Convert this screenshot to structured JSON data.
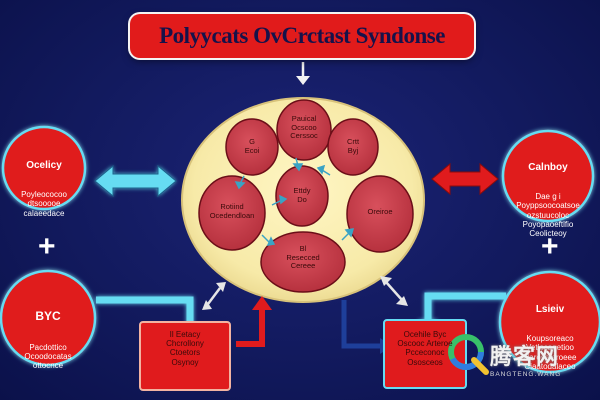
{
  "title": "Polyycats OvCrctast Syndonse",
  "center_cells": [
    {
      "id": "top",
      "text": "Pauical\nOcscoo\nCerssoc"
    },
    {
      "id": "upper-left",
      "text": "G\nEcoi"
    },
    {
      "id": "upper-right",
      "text": "Crtt\nByj"
    },
    {
      "id": "middle",
      "text": "Ettdy\nDo"
    },
    {
      "id": "left",
      "text": "Rotiind\nOcedendloan"
    },
    {
      "id": "right",
      "text": "Oreiroe"
    },
    {
      "id": "bottom",
      "text": "Bl\nResecced\nCereee"
    }
  ],
  "side_nodes": {
    "left_top": {
      "title": "Ocelicy",
      "body": "Poyleococoo\ndtsooooe\ncalaeedace"
    },
    "left_bottom": {
      "title": "BYC",
      "body": "Pacdottico\nOcoodocatas\nottocnce"
    },
    "right_top": {
      "title": "Calnboy",
      "body": "Dae g i\nPoyppsoocoatsoe\nozstuucoloc\nPoyopaoeftlfio\nCeolicteoy"
    },
    "right_bottom": {
      "title": "Lsieiv",
      "body": "Koupsoreaco\nVetlocagetioo\nUaroseteroeee\nCiaatodalaceo"
    }
  },
  "bottom_boxes": {
    "left": {
      "text": "Il Eetacy\nChcrollony\nCtoetors\nOsynoy"
    },
    "right": {
      "text": "Ocehile Byc\nOscooc Arteroe\nPcceconoc\nOsosceos"
    }
  },
  "plus_sign": "+",
  "watermark": {
    "cjk": "腾客网",
    "sub": "BANGTENG.WANG"
  },
  "colors": {
    "background": "#121a5e",
    "title_red": "#e11b1b",
    "node_red": "#e01b1d",
    "cell_red": "#c53a48",
    "cell_outline": "#6b0e18",
    "cream": "#f7eaa8",
    "cyan": "#66dcf2",
    "white": "#ffffff"
  },
  "icons": [
    "arrow-down-icon",
    "double-arrow-icon",
    "plus-icon",
    "q-logo-icon"
  ]
}
